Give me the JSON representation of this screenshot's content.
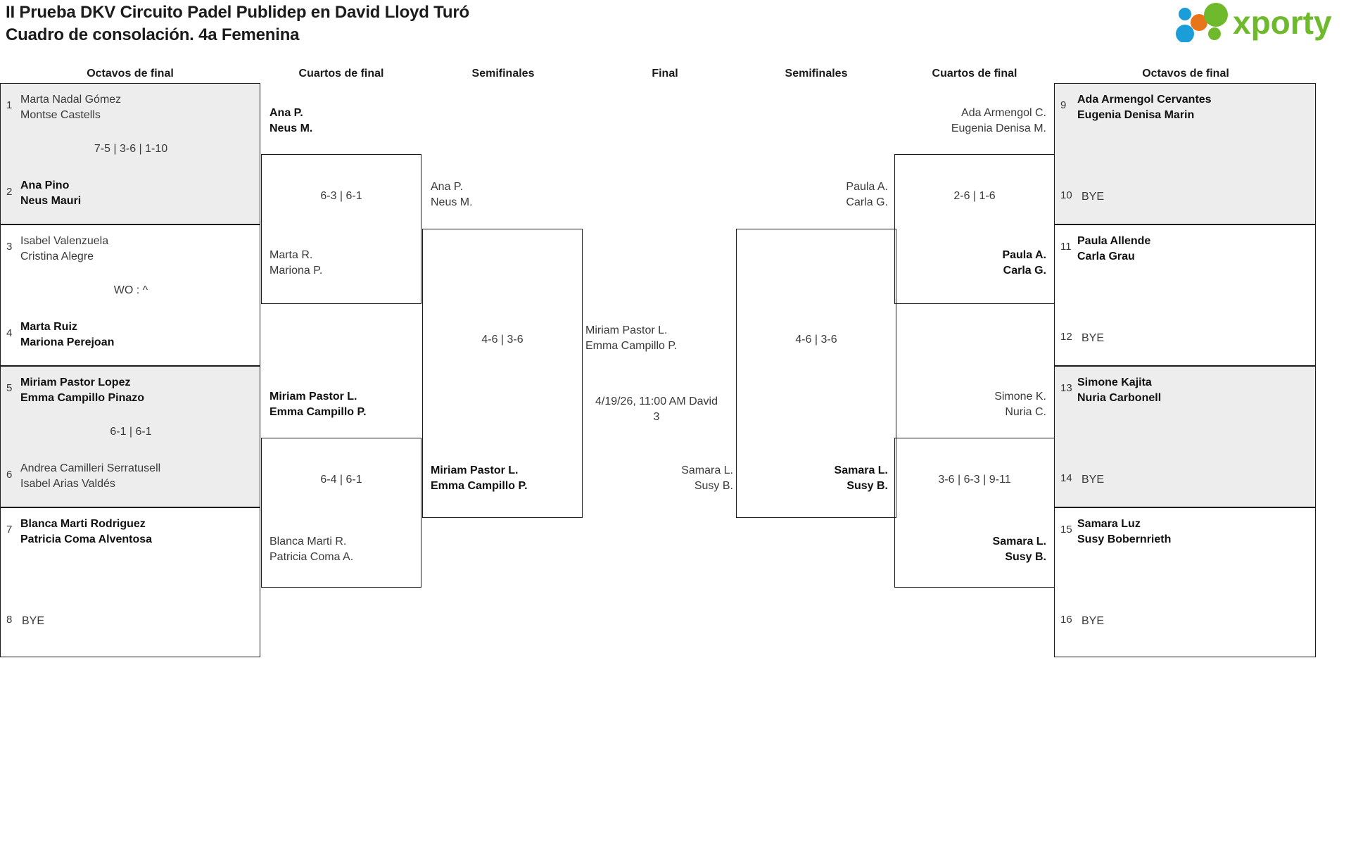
{
  "header": {
    "title_line1": "II Prueba DKV Circuito Padel Publidep en David Lloyd Turó",
    "title_line2": "Cuadro de consolación. 4a Femenina",
    "logo_text": "xporty",
    "logo_colors": {
      "green": "#6fba2c",
      "blue": "#1b9dd9",
      "orange": "#e8751a"
    }
  },
  "round_headers": [
    {
      "label": "Octavos de final"
    },
    {
      "label": "Cuartos de final"
    },
    {
      "label": "Semifinales"
    },
    {
      "label": "Final"
    },
    {
      "label": "Semifinales"
    },
    {
      "label": "Cuartos de final"
    },
    {
      "label": "Octavos de final"
    }
  ],
  "left": {
    "r16": [
      {
        "score": "7-5 | 3-6 | 1-10",
        "top": {
          "seed": "1",
          "line1": "Marta Nadal Gómez",
          "line2": "Montse Castells",
          "winner": false
        },
        "bottom": {
          "seed": "2",
          "line1": "Ana Pino",
          "line2": "Neus Mauri",
          "winner": true
        }
      },
      {
        "score": "WO : ^",
        "top": {
          "seed": "3",
          "line1": "Isabel Valenzuela",
          "line2": "Cristina Alegre",
          "winner": false
        },
        "bottom": {
          "seed": "4",
          "line1": "Marta Ruiz",
          "line2": "Mariona Perejoan",
          "winner": true
        }
      },
      {
        "score": "6-1 | 6-1",
        "top": {
          "seed": "5",
          "line1": "Miriam Pastor Lopez",
          "line2": "Emma Campillo Pinazo",
          "winner": true
        },
        "bottom": {
          "seed": "6",
          "line1": "Andrea Camilleri Serratusell",
          "line2": "Isabel Arias Valdés",
          "winner": false
        }
      },
      {
        "score": "",
        "top": {
          "seed": "7",
          "line1": "Blanca Marti Rodriguez",
          "line2": "Patricia Coma Alventosa",
          "winner": true
        },
        "bottom": {
          "seed": "8",
          "line1": "BYE",
          "line2": "",
          "winner": false
        }
      }
    ],
    "qf": [
      {
        "score": "6-3 | 6-1",
        "top": {
          "line1": "Ana P.",
          "line2": "Neus M.",
          "winner": true
        },
        "bottom": {
          "line1": "Marta R.",
          "line2": "Mariona P.",
          "winner": false
        }
      },
      {
        "score": "6-4 | 6-1",
        "top": {
          "line1": "Miriam Pastor L.",
          "line2": "Emma Campillo P.",
          "winner": true
        },
        "bottom": {
          "line1": "Blanca Marti R.",
          "line2": "Patricia Coma A.",
          "winner": false
        }
      }
    ],
    "sf": [
      {
        "score": "4-6 | 3-6",
        "top": {
          "line1": "Ana P.",
          "line2": "Neus M.",
          "winner": false
        },
        "bottom": {
          "line1": "Miriam Pastor L.",
          "line2": "Emma Campillo P.",
          "winner": true
        }
      }
    ]
  },
  "final": {
    "top": {
      "line1": "Miriam Pastor L.",
      "line2": "Emma Campillo P.",
      "winner": false
    },
    "bottom": {
      "line1": "Samara L.",
      "line2": "Susy B.",
      "winner": false
    },
    "schedule_line1": "4/19/26, 11:00 AM David",
    "schedule_line2": "3"
  },
  "right": {
    "sf": [
      {
        "score": "4-6 | 3-6",
        "top": {
          "line1": "Paula A.",
          "line2": "Carla G.",
          "winner": false
        },
        "bottom": {
          "line1": "Samara L.",
          "line2": "Susy B.",
          "winner": true
        }
      }
    ],
    "qf": [
      {
        "score": "2-6 | 1-6",
        "top": {
          "line1": "Ada Armengol C.",
          "line2": "Eugenia Denisa M.",
          "winner": false
        },
        "bottom": {
          "line1": "Paula A.",
          "line2": "Carla G.",
          "winner": true
        }
      },
      {
        "score": "3-6 | 6-3 | 9-11",
        "top": {
          "line1": "Simone K.",
          "line2": "Nuria C.",
          "winner": false
        },
        "bottom": {
          "line1": "Samara L.",
          "line2": "Susy B.",
          "winner": true
        }
      }
    ],
    "r16": [
      {
        "score": "",
        "top": {
          "seed": "9",
          "line1": "Ada Armengol Cervantes",
          "line2": "Eugenia Denisa Marin",
          "winner": true
        },
        "bottom": {
          "seed": "10",
          "line1": "BYE",
          "line2": "",
          "winner": false
        }
      },
      {
        "score": "",
        "top": {
          "seed": "11",
          "line1": "Paula Allende",
          "line2": "Carla Grau",
          "winner": true
        },
        "bottom": {
          "seed": "12",
          "line1": "BYE",
          "line2": "",
          "winner": false
        }
      },
      {
        "score": "",
        "top": {
          "seed": "13",
          "line1": "Simone Kajita",
          "line2": "Nuria Carbonell",
          "winner": true
        },
        "bottom": {
          "seed": "14",
          "line1": "BYE",
          "line2": "",
          "winner": false
        }
      },
      {
        "score": "",
        "top": {
          "seed": "15",
          "line1": "Samara Luz",
          "line2": "Susy Bobernrieth",
          "winner": true
        },
        "bottom": {
          "seed": "16",
          "line1": "BYE",
          "line2": "",
          "winner": false
        }
      }
    ]
  }
}
